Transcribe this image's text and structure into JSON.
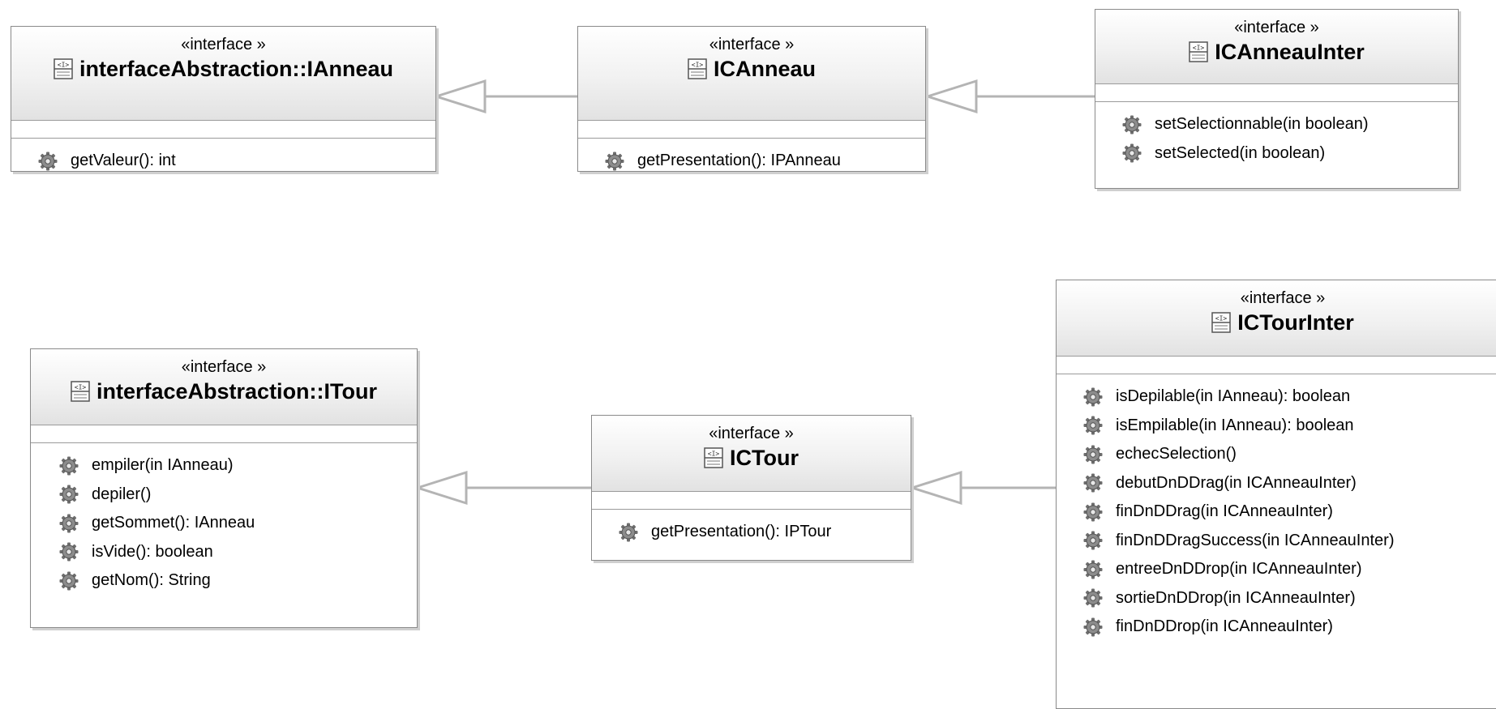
{
  "diagram": {
    "boxes": [
      {
        "id": "ianneau",
        "stereotype": "«interface »",
        "name": "interfaceAbstraction::IAnneau",
        "operations": [
          "getValeur(): int"
        ]
      },
      {
        "id": "icanneau",
        "stereotype": "«interface »",
        "name": "ICAnneau",
        "operations": [
          "getPresentation(): IPAnneau"
        ]
      },
      {
        "id": "icanneauinter",
        "stereotype": "«interface »",
        "name": "ICAnneauInter",
        "operations": [
          "setSelectionnable(in boolean)",
          "setSelected(in boolean)"
        ]
      },
      {
        "id": "itour",
        "stereotype": "«interface »",
        "name": "interfaceAbstraction::ITour",
        "operations": [
          "empiler(in IAnneau)",
          "depiler()",
          "getSommet(): IAnneau",
          "isVide(): boolean",
          "getNom(): String"
        ]
      },
      {
        "id": "ictour",
        "stereotype": "«interface »",
        "name": "ICTour",
        "operations": [
          "getPresentation(): IPTour"
        ]
      },
      {
        "id": "ictourinter",
        "stereotype": "«interface »",
        "name": "ICTourInter",
        "operations": [
          "isDepilable(in IAnneau): boolean",
          "isEmpilable(in IAnneau): boolean",
          "echecSelection()",
          "debutDnDDrag(in ICAnneauInter)",
          "finDnDDrag(in ICAnneauInter)",
          "finDnDDragSuccess(in ICAnneauInter)",
          "entreeDnDDrop(in ICAnneauInter)",
          "sortieDnDDrop(in ICAnneauInter)",
          "finDnDDrop(in ICAnneauInter)"
        ]
      }
    ],
    "generalizations": [
      {
        "from": "icanneau",
        "to": "ianneau"
      },
      {
        "from": "icanneauinter",
        "to": "icanneau"
      },
      {
        "from": "ictour",
        "to": "itour"
      },
      {
        "from": "ictourinter",
        "to": "ictour"
      }
    ],
    "colors": {
      "border": "#8a8a8a",
      "connector": "#b4b4b4",
      "shadow": "#cfcfcf",
      "gear": "#6e6e6e"
    },
    "icons": {
      "classifier": "interface-icon",
      "operation": "gear-icon"
    }
  }
}
